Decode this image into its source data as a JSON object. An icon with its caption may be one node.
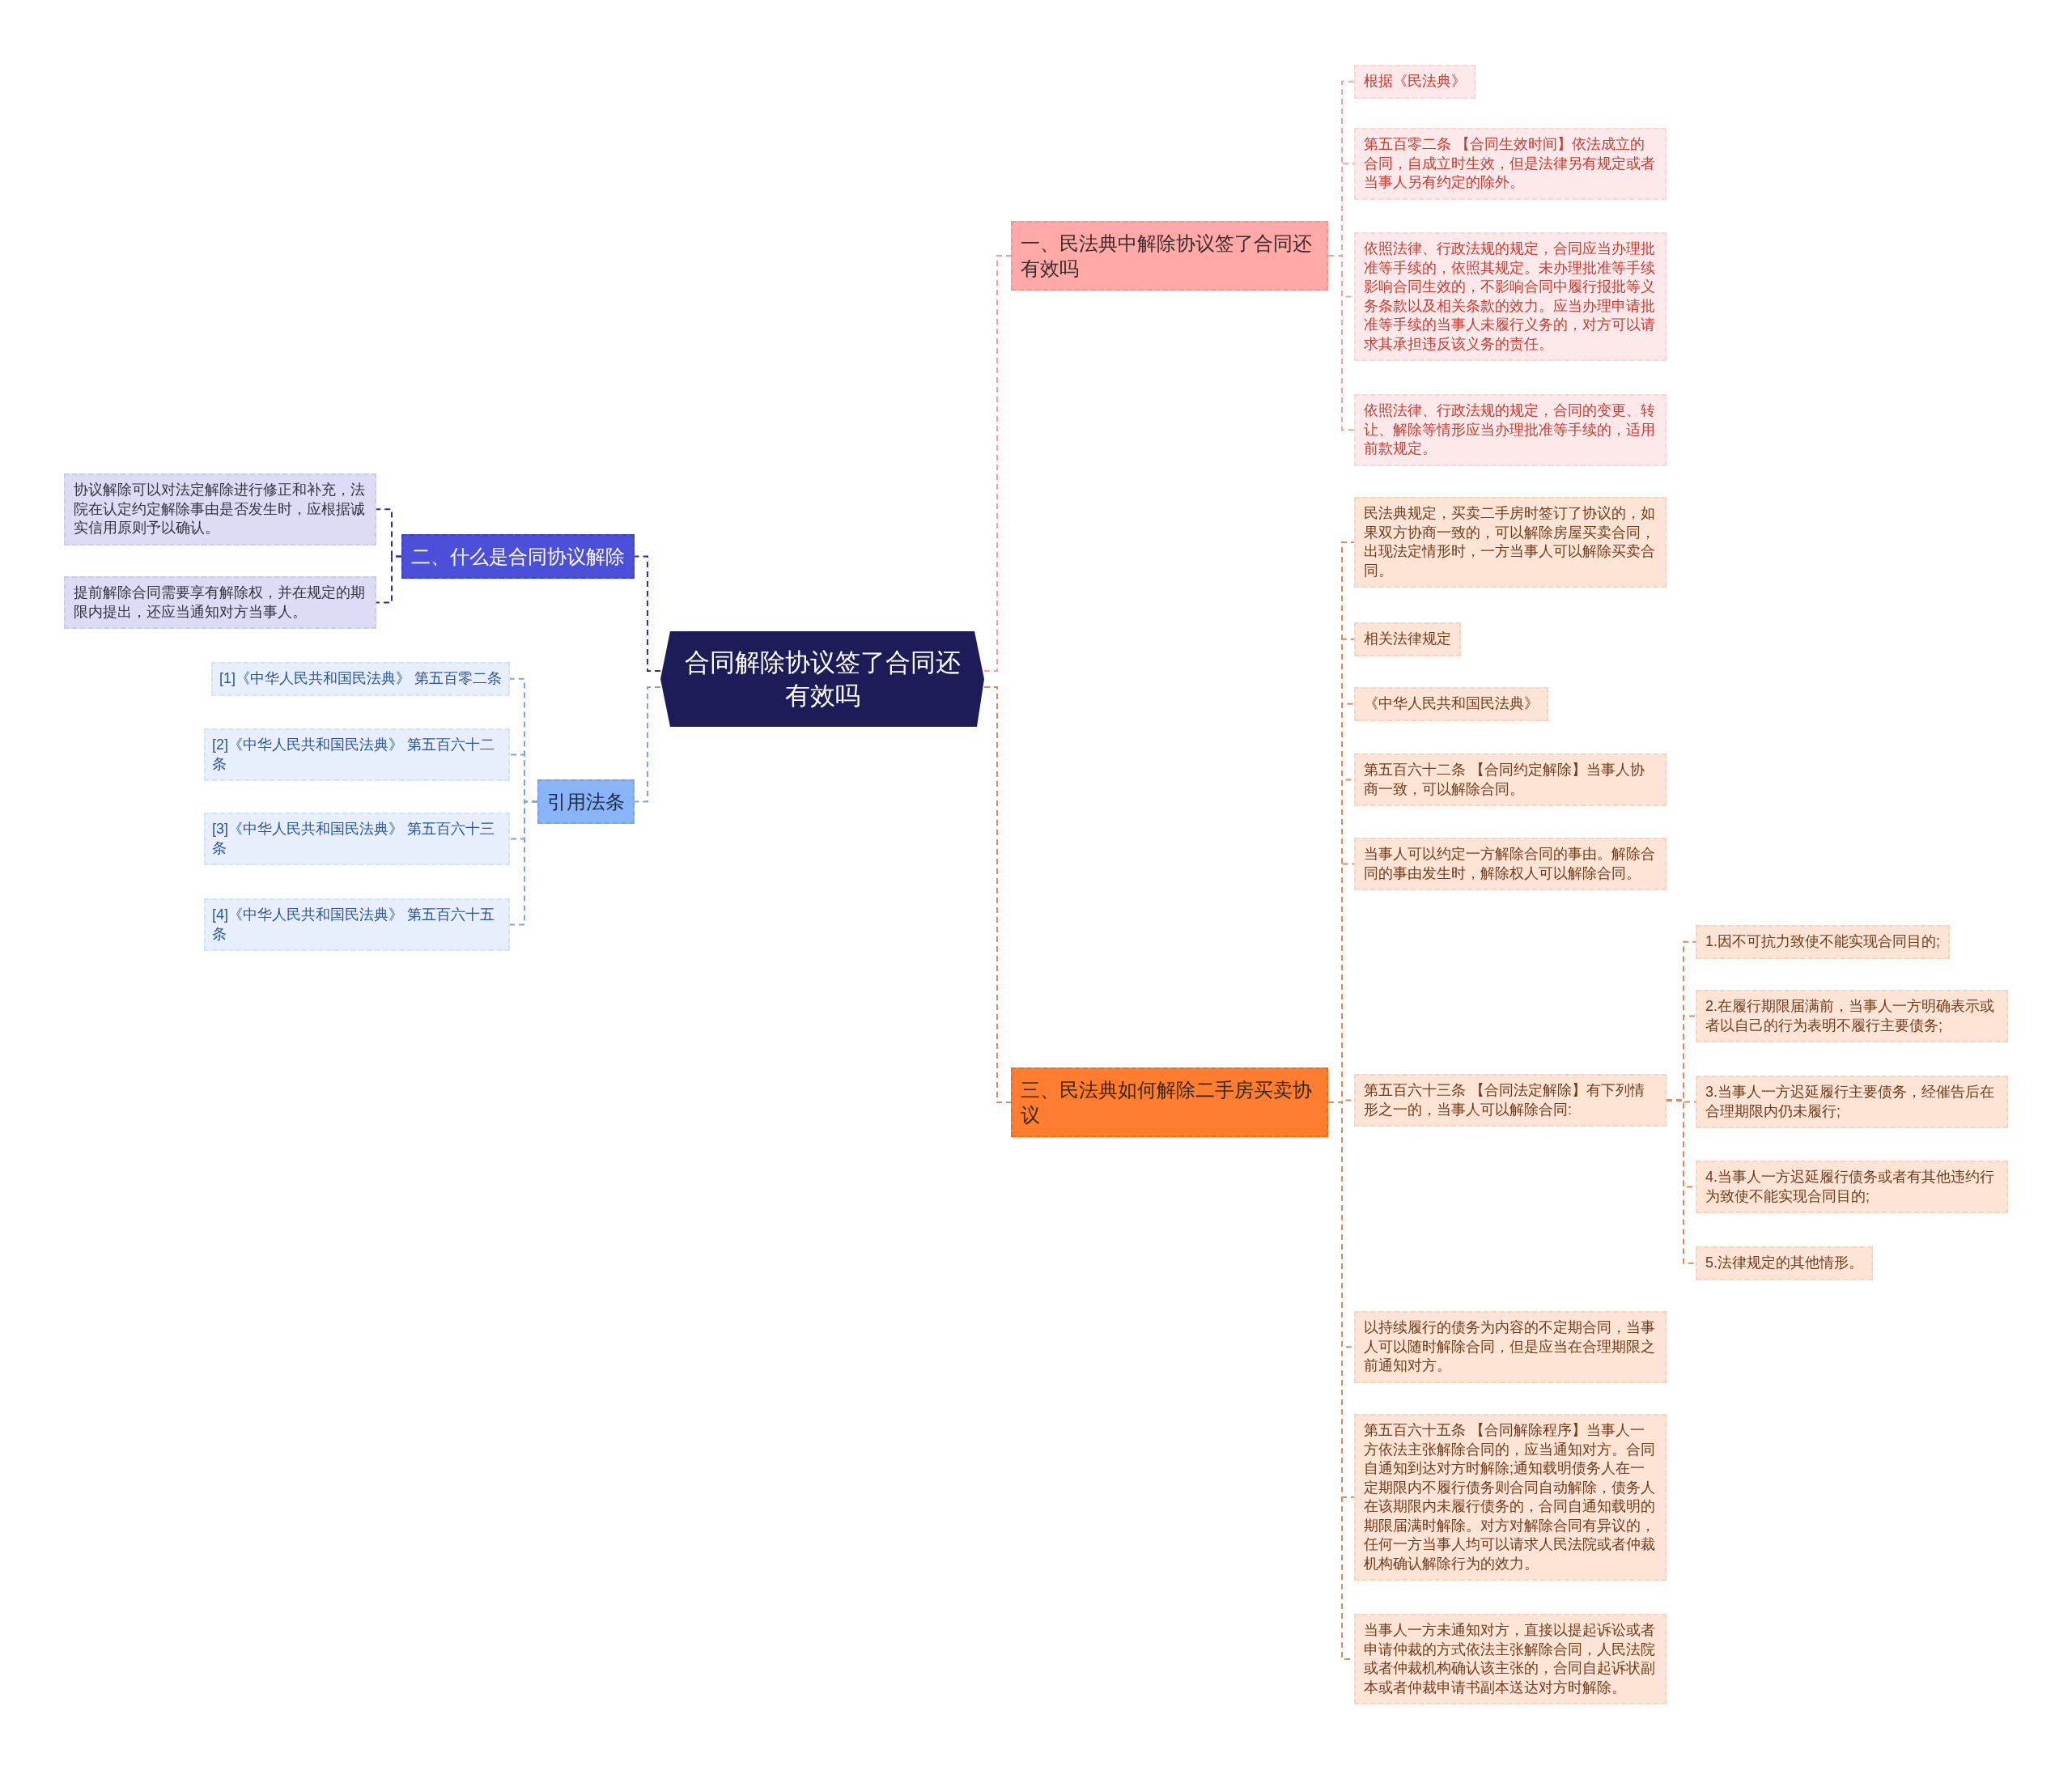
{
  "diagram": {
    "nodes": [
      {
        "text": [
          "合同解除协议签了合同还有效吗"
        ]
      },
      {
        "text": [
          "一、民法典中解除协议签了合同还有效吗"
        ]
      },
      {
        "text": [
          "根据《民法典》"
        ]
      },
      {
        "text": [
          "第五百零二条 【合同生效时间】依法成立的合同，自成立时生效，但是法律另有规定或者当事人另有约定的除外。"
        ]
      },
      {
        "text": [
          "依照法律、行政法规的规定，合同应当办理批准等手续的，依照其规定。未办理批准等手续影响合同生效的，不影响合同中履行报批等义务条款以及相关条款的效力。应当办理申请批准等手续的当事人未履行义务的，对方可以请求其承担违反该义务的责任。"
        ]
      },
      {
        "text": [
          "依照法律、行政法规的规定，合同的变更、转让、解除等情形应当办理批准等手续的，适用前款规定。"
        ]
      },
      {
        "text": [
          "三、民法典如何解除二手房买卖协议"
        ]
      },
      {
        "text": [
          "民法典规定，买卖二手房时签订了协议的，如果双方协商一致的，可以解除房屋买卖合同，出现法定情形时，一方当事人可以解除买卖合同。"
        ]
      },
      {
        "text": [
          "相关法律规定"
        ]
      },
      {
        "text": [
          "《中华人民共和国民法典》"
        ]
      },
      {
        "text": [
          "第五百六十二条 【合同约定解除】当事人协商一致，可以解除合同。"
        ]
      },
      {
        "text": [
          "当事人可以约定一方解除合同的事由。解除合同的事由发生时，解除权人可以解除合同。"
        ]
      },
      {
        "text": [
          "第五百六十三条 【合同法定解除】有下列情形之一的，当事人可以解除合同:"
        ]
      },
      {
        "text": [
          "1.因不可抗力致使不能实现合同目的;"
        ]
      },
      {
        "text": [
          "2.在履行期限届满前，当事人一方明确表示或者以自己的行为表明不履行主要债务;"
        ]
      },
      {
        "text": [
          "3.当事人一方迟延履行主要债务，经催告后在合理期限内仍未履行;"
        ]
      },
      {
        "text": [
          "4.当事人一方迟延履行债务或者有其他违约行为致使不能实现合同目的;"
        ]
      },
      {
        "text": [
          "5.法律规定的其他情形。"
        ]
      },
      {
        "text": [
          "以持续履行的债务为内容的不定期合同，当事人可以随时解除合同，但是应当在合理期限之前通知对方。"
        ]
      },
      {
        "text": [
          "第五百六十五条 【合同解除程序】当事人一方依法主张解除合同的，应当通知对方。合同自通知到达对方时解除;通知载明债务人在一定期限内不履行债务则合同自动解除，债务人在该期限内未履行债务的，合同自通知载明的期限届满时解除。对方对解除合同有异议的，任何一方当事人均可以请求人民法院或者仲裁机构确认解除行为的效力。"
        ]
      },
      {
        "text": [
          "当事人一方未通知对方，直接以提起诉讼或者申请仲裁的方式依法主张解除合同，人民法院或者仲裁机构确认该主张的，合同自起诉状副本或者仲裁申请书副本送达对方时解除。"
        ]
      },
      {
        "text": [
          "二、什么是合同协议解除"
        ]
      },
      {
        "text": [
          "协议解除可以对法定解除进行修正和补充，法院在认定约定解除事由是否发生时，应根据诚实信用原则予以确认。"
        ]
      },
      {
        "text": [
          "提前解除合同需要享有解除权，并在规定的期限内提出，还应当通知对方当事人。"
        ]
      },
      {
        "text": [
          "引用法条"
        ]
      },
      {
        "text": [
          "[1]《中华人民共和国民法典》 第五百零二条"
        ]
      },
      {
        "text": [
          "[2]《中华人民共和国民法典》 第五百六十二条"
        ]
      },
      {
        "text": [
          "[3]《中华人民共和国民法典》 第五百六十三条"
        ]
      },
      {
        "text": [
          "[4]《中华人民共和国民法典》 第五百六十五条"
        ]
      }
    ],
    "edges": [
      {
        "from": 0,
        "to": 1,
        "arrow": "none",
        "style": "dashed",
        "color": "#f2a19e"
      },
      {
        "from": 1,
        "to": 2,
        "arrow": "none",
        "style": "dashed",
        "color": "#f2a19e"
      },
      {
        "from": 1,
        "to": 3,
        "arrow": "none",
        "style": "dashed",
        "color": "#f2a19e"
      },
      {
        "from": 1,
        "to": 4,
        "arrow": "none",
        "style": "dashed",
        "color": "#f2a19e"
      },
      {
        "from": 1,
        "to": 5,
        "arrow": "none",
        "style": "dashed",
        "color": "#f2a19e"
      },
      {
        "from": 0,
        "to": 6,
        "arrow": "none",
        "style": "dashed"
      },
      {
        "from": 6,
        "to": 7,
        "arrow": "none",
        "style": "dashed"
      },
      {
        "from": 6,
        "to": 8,
        "arrow": "none",
        "style": "dashed"
      },
      {
        "from": 6,
        "to": 9,
        "arrow": "none",
        "style": "dashed"
      },
      {
        "from": 6,
        "to": 10,
        "arrow": "none",
        "style": "dashed"
      },
      {
        "from": 6,
        "to": 11,
        "arrow": "none",
        "style": "dashed"
      },
      {
        "from": 6,
        "to": 12,
        "arrow": "none",
        "style": "dashed"
      },
      {
        "from": 12,
        "to": 13,
        "arrow": "none",
        "style": "dashed"
      },
      {
        "from": 12,
        "to": 14,
        "arrow": "none",
        "style": "dashed"
      },
      {
        "from": 12,
        "to": 15,
        "arrow": "none",
        "style": "dashed"
      },
      {
        "from": 12,
        "to": 16,
        "arrow": "none",
        "style": "dashed"
      },
      {
        "from": 12,
        "to": 17,
        "arrow": "none",
        "style": "dashed"
      },
      {
        "from": 6,
        "to": 18,
        "arrow": "none",
        "style": "dashed"
      },
      {
        "from": 6,
        "to": 19,
        "arrow": "none",
        "style": "dashed"
      },
      {
        "from": 6,
        "to": 20,
        "arrow": "none",
        "style": "dashed"
      },
      {
        "from": 0,
        "to": 21,
        "arrow": "none",
        "style": "dashed",
        "color": "#2e3088"
      },
      {
        "from": 21,
        "to": 22,
        "arrow": "none",
        "style": "dashed",
        "color": "#2e3088"
      },
      {
        "from": 21,
        "to": 23,
        "arrow": "none",
        "style": "dashed",
        "color": "#2e3088"
      },
      {
        "from": 0,
        "to": 24,
        "arrow": "none",
        "style": "dashed",
        "color": "#7ba4ea"
      },
      {
        "from": 24,
        "to": 25,
        "arrow": "none",
        "style": "dashed",
        "color": "#7ba4ea"
      },
      {
        "from": 24,
        "to": 26,
        "arrow": "none",
        "style": "dashed",
        "color": "#7ba4ea"
      },
      {
        "from": 24,
        "to": 27,
        "arrow": "none",
        "style": "dashed",
        "color": "#7ba4ea"
      },
      {
        "from": 24,
        "to": 28,
        "arrow": "none",
        "style": "dashed",
        "color": "#7ba4ea"
      }
    ]
  }
}
